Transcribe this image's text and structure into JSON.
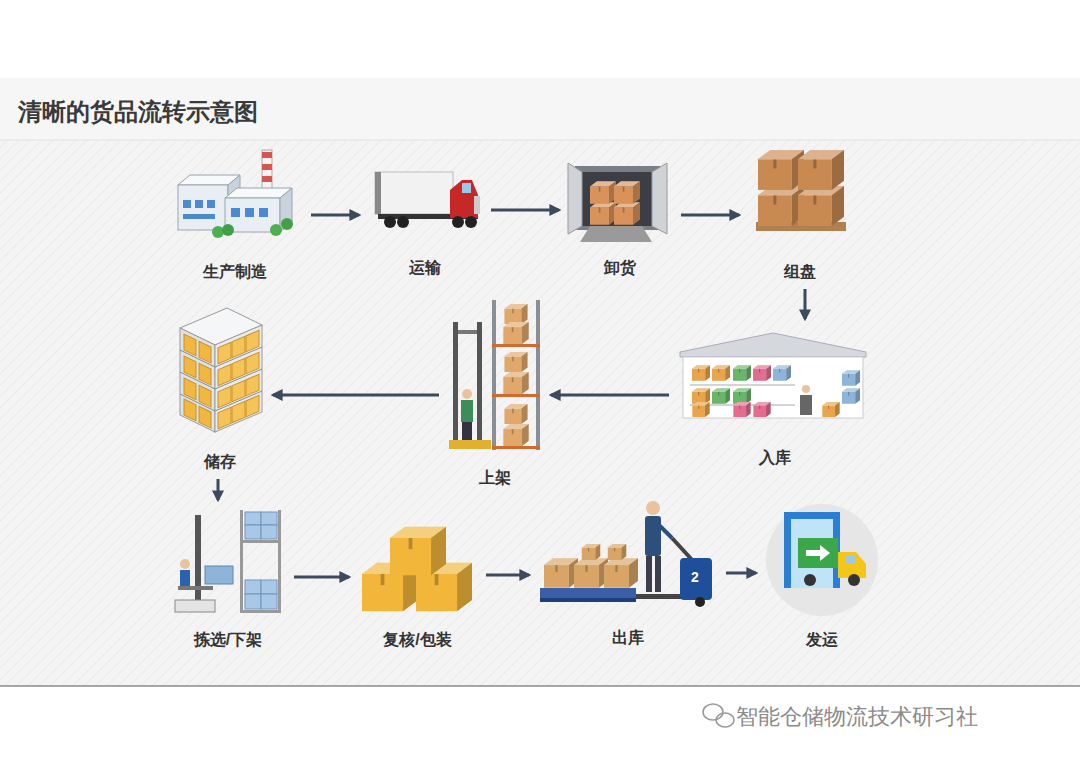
{
  "diagram": {
    "title": "清晰的货品流转示意图",
    "nodes": [
      {
        "text": [
          "生产制造"
        ]
      },
      {
        "text": [
          "运输"
        ]
      },
      {
        "text": [
          "卸货"
        ]
      },
      {
        "text": [
          "组盘"
        ]
      },
      {
        "text": [
          "入库"
        ]
      },
      {
        "text": [
          "上架"
        ]
      },
      {
        "text": [
          "储存"
        ]
      },
      {
        "text": [
          "拣选/下架"
        ]
      },
      {
        "text": [
          "复核/包装"
        ]
      },
      {
        "text": [
          "出库"
        ]
      },
      {
        "text": [
          "发运"
        ]
      }
    ],
    "edges": [
      {
        "from": 0,
        "to": 1,
        "arrow": "to"
      },
      {
        "from": 1,
        "to": 2,
        "arrow": "to"
      },
      {
        "from": 2,
        "to": 3,
        "arrow": "to"
      },
      {
        "from": 3,
        "to": 4,
        "arrow": "to"
      },
      {
        "from": 4,
        "to": 5,
        "arrow": "to"
      },
      {
        "from": 5,
        "to": 6,
        "arrow": "to"
      },
      {
        "from": 6,
        "to": 7,
        "arrow": "to"
      },
      {
        "from": 7,
        "to": 8,
        "arrow": "to"
      },
      {
        "from": 8,
        "to": 9,
        "arrow": "to"
      },
      {
        "from": 9,
        "to": 10,
        "arrow": "to"
      }
    ],
    "labels": [
      "智能仓储物流技术研习社",
      "2"
    ]
  }
}
